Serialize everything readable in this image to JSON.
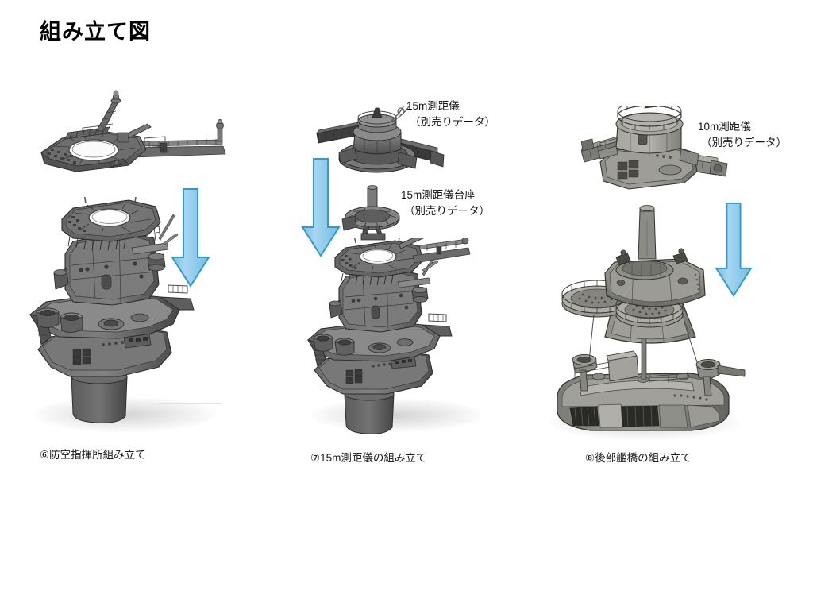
{
  "document": {
    "title": "組み立て図",
    "background_color": "#ffffff"
  },
  "palette": {
    "arrow_fill": "#8ecae8",
    "arrow_fill_light": "#a9d8ef",
    "arrow_stroke": "#2e9bd6",
    "model_dark": "#4d4d4d",
    "model_mid": "#6e6e6e",
    "model_light": "#9a9a95",
    "text": "#000000"
  },
  "columns": [
    {
      "id": "step-6",
      "caption": "⑥防空指揮所組み立て",
      "parts": [
        {
          "name": "anti-aircraft-command-post",
          "label": ""
        },
        {
          "name": "bridge-tower-assembly",
          "label": ""
        }
      ],
      "arrow": {
        "direction": "down",
        "name": "assembly-arrow-1"
      },
      "notes": []
    },
    {
      "id": "step-7",
      "caption": "⑦15m測距儀の組み立て",
      "parts": [
        {
          "name": "rangefinder-15m",
          "label": "15m測距儀\n（別売りデータ）"
        },
        {
          "name": "rangefinder-15m-pedestal",
          "label": "15m測距儀台座\n（別売りデータ）"
        },
        {
          "name": "bridge-tower-with-aa-post",
          "label": ""
        }
      ],
      "arrow": {
        "direction": "down",
        "name": "assembly-arrow-2"
      },
      "notes": [
        {
          "line1": "15m測距儀",
          "line2": "（別売りデータ）"
        },
        {
          "line1": "15m測距儀台座",
          "line2": "（別売りデータ）"
        }
      ]
    },
    {
      "id": "step-8",
      "caption": "⑧後部艦橋の組み立て",
      "parts": [
        {
          "name": "rangefinder-10m",
          "label": "10m測距儀\n（別売りデータ）"
        },
        {
          "name": "rear-bridge-structure",
          "label": ""
        }
      ],
      "arrow": {
        "direction": "down",
        "name": "assembly-arrow-3"
      },
      "notes": [
        {
          "line1": "10m測距儀",
          "line2": "（別売りデータ）"
        }
      ]
    }
  ],
  "notes": {
    "rangefinder_15m_line1": "15m測距儀",
    "rangefinder_15m_line2": "（別売りデータ）",
    "pedestal_15m_line1": "15m測距儀台座",
    "pedestal_15m_line2": "（別売りデータ）",
    "rangefinder_10m_line1": "10m測距儀",
    "rangefinder_10m_line2": "（別売りデータ）"
  },
  "captions": {
    "step6": "⑥防空指揮所組み立て",
    "step7": "⑦15m測距儀の組み立て",
    "step8": "⑧後部艦橋の組み立て"
  }
}
